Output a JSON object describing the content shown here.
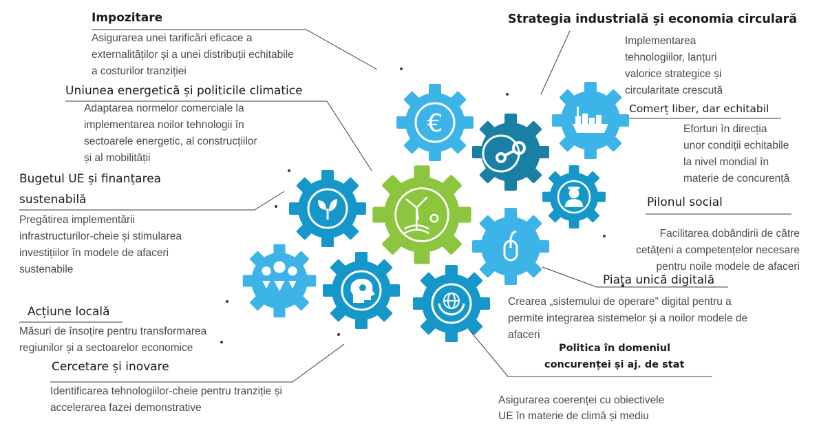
{
  "colors": {
    "light_blue": "#3db4e8",
    "mid_blue": "#1597c9",
    "dark_teal": "#1a7fa5",
    "green": "#8cc63f",
    "line": "#3a3a3a"
  },
  "items": [
    {
      "title": "Impozitare",
      "body": [
        "Asigurarea  unei  tarificări  eficace  a",
        "externalităților  și a unei distribuții  echitabile",
        "a costurilor  tranziției"
      ]
    },
    {
      "title": "Uniunea energetică și politicile climatice",
      "body": [
        "Adaptarea  normelor comerciale  la",
        "implementarea  noilor tehnologii  în",
        "sectoarele energetic, al construcțiilor",
        "și al mobilității"
      ]
    },
    {
      "title": "Bugetul UE și finanțarea",
      "title2": "sustenabilă",
      "body": [
        "Pregătirea  implementării",
        "infrastructurilor-cheie   și stimularea",
        "investițiilor  în modele de afaceri",
        "sustenabile"
      ]
    },
    {
      "title": "Acțiune locală",
      "body": [
        "Măsuri de însoțire pentru transformarea",
        "regiunilor  și a sectoarelor economice"
      ]
    },
    {
      "title": "Cercetare și inovare",
      "body": [
        "Identificarea  tehnologiilor-cheie  pentru  tranziție  și",
        "accelerarea  fazei demonstrative"
      ]
    },
    {
      "title": "Strategia industrială și economia circulară",
      "body": [
        "Implementarea",
        "tehnologiilor,  lanțuri",
        "valorice  strategice  și",
        "circularitate  crescută"
      ]
    },
    {
      "title": "Comerț liber, dar echitabil",
      "body": [
        "Eforturi  în direcția",
        "unor condiții echitabile",
        "la nivel mondial în",
        "materie de concurență"
      ]
    },
    {
      "title": "Pilonul social",
      "body": [
        "Facilitarea  dobândirii  de către",
        "cetățeni  a competențelor necesare",
        "pentru noile modele de afaceri"
      ]
    },
    {
      "title": "Piața unică digitală",
      "body": [
        "Crearea „sistemului de operare” digital  pentru  a",
        "permite  integrarea sistemelor și a noilor modele de",
        "afaceri"
      ]
    },
    {
      "title": "Politica  în domeniul",
      "title2": "concurenței  și aj. de stat",
      "body": [
        "Asigurarea  coerenței  cu  obiectivele",
        "UE în materie  de climă și mediu"
      ]
    }
  ],
  "gears": [
    {
      "icon": "euro-icon",
      "glyph": "€"
    },
    {
      "icon": "steam-icon"
    },
    {
      "icon": "ship-icon"
    },
    {
      "icon": "wind-turbine-icon"
    },
    {
      "icon": "leaf-icon"
    },
    {
      "icon": "person-icon"
    },
    {
      "icon": "mouse-icon"
    },
    {
      "icon": "map-pins-icon"
    },
    {
      "icon": "head-lightbulb-icon"
    },
    {
      "icon": "globe-hands-icon"
    }
  ]
}
